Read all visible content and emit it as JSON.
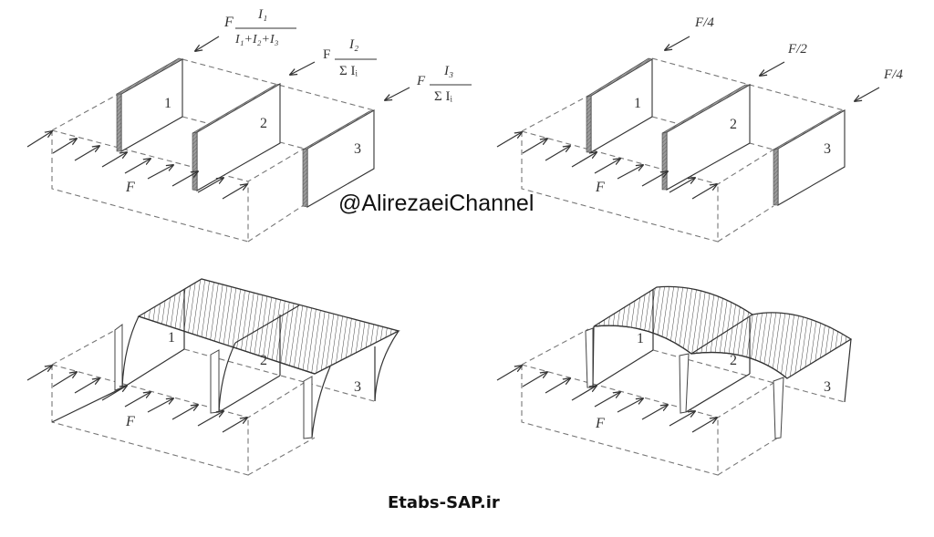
{
  "diagrams": [
    {
      "id": "rigid-diaphragm-walls",
      "position": "top-left",
      "wall_labels": [
        "1",
        "2",
        "3"
      ],
      "load_label": "F",
      "force_labels": [
        {
          "prefix": "F",
          "numerator": "I₁",
          "denominator": "I₁+I₂+I₃"
        },
        {
          "prefix": "F",
          "numerator": "I₂",
          "denominator": "Σ Iᵢ"
        },
        {
          "prefix": "F",
          "numerator": "I₃",
          "denominator": "Σ Iᵢ"
        }
      ]
    },
    {
      "id": "flexible-diaphragm-walls",
      "position": "top-right",
      "wall_labels": [
        "1",
        "2",
        "3"
      ],
      "load_label": "F",
      "force_labels": [
        "F/4",
        "F/2",
        "F/4"
      ]
    },
    {
      "id": "rigid-diaphragm-frame-deflected",
      "position": "bottom-left",
      "wall_labels": [
        "1",
        "2",
        "3"
      ],
      "load_label": "F"
    },
    {
      "id": "flexible-diaphragm-frame-deflected",
      "position": "bottom-right",
      "wall_labels": [
        "1",
        "2",
        "3"
      ],
      "load_label": "F"
    }
  ],
  "watermark": "@AlirezaeiChannel",
  "footer": "Etabs-SAP.ir",
  "colors": {
    "line": "#333333",
    "dashed": "#777777",
    "wall_edge": "#8a8a8a",
    "text": "#111111"
  }
}
